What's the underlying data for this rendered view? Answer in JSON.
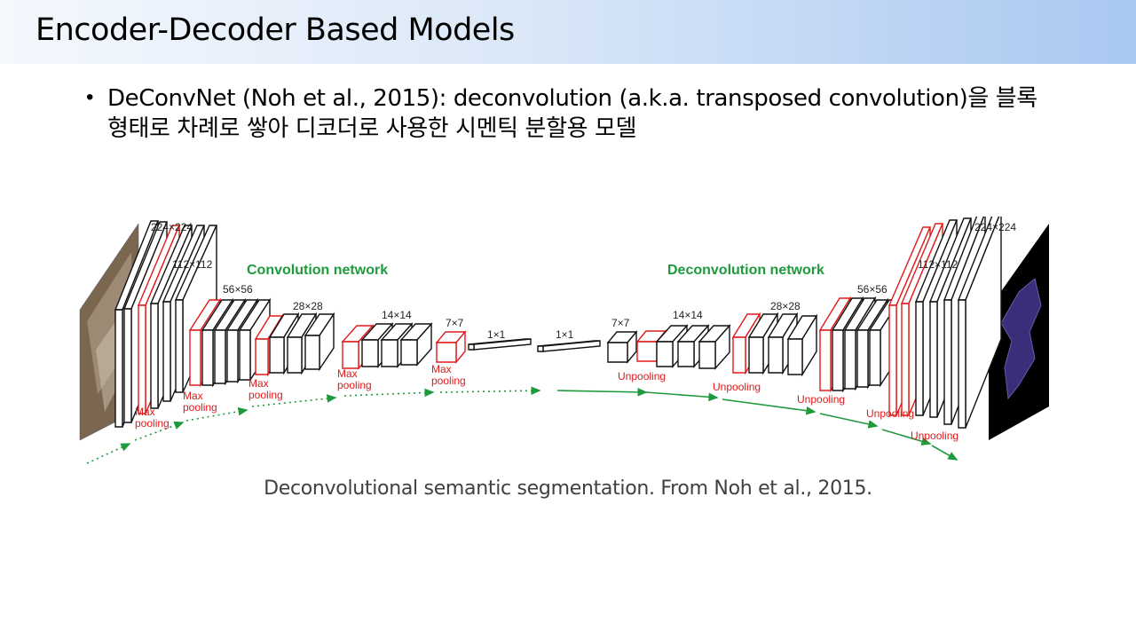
{
  "slide": {
    "title": "Encoder-Decoder Based Models",
    "bullet": "DeConvNet (Noh et al., 2015): deconvolution (a.k.a. transposed convolution)을 블록형태로 차례로 쌓아 디코더로 사용한 시멘틱 분할용 모델",
    "caption": "Deconvolutional semantic segmentation. From Noh et al., 2015."
  },
  "diagram": {
    "conv_network_label": "Convolution network",
    "deconv_network_label": "Deconvolution network",
    "sizes": {
      "s224_left": "224×224",
      "s112_left": "112×112",
      "s56_left": "56×56",
      "s28_left": "28×28",
      "s14_left": "14×14",
      "s7_left": "7×7",
      "s1_a": "1×1",
      "s1_b": "1×1",
      "s7_right": "7×7",
      "s14_right": "14×14",
      "s28_right": "28×28",
      "s56_right": "56×56",
      "s112_right": "112×112",
      "s224_right": "224×224"
    },
    "pool_word1": "Max",
    "pool_word2": "pooling",
    "unpool": "Unpooling",
    "colors": {
      "green": "#1e9a3c",
      "red": "#e01a1a",
      "mask": "#3a2d7a",
      "photo": "#7b6650"
    }
  }
}
